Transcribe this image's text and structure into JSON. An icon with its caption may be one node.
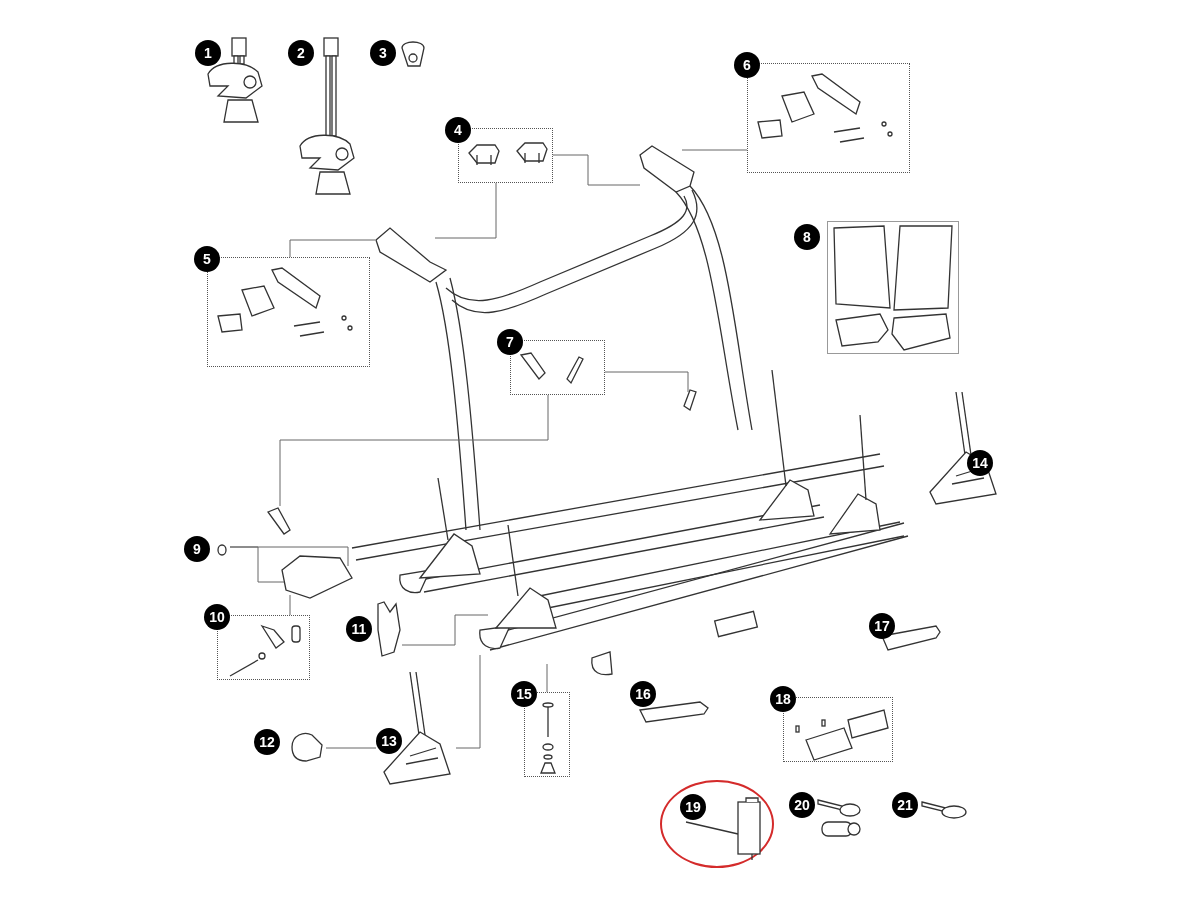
{
  "diagram": {
    "nodes": [
      {
        "text": [
          "1"
        ]
      },
      {
        "text": [
          "2"
        ]
      },
      {
        "text": [
          "3"
        ]
      },
      {
        "text": [
          "4"
        ]
      },
      {
        "text": [
          "5"
        ]
      },
      {
        "text": [
          "6"
        ]
      },
      {
        "text": [
          "7"
        ]
      },
      {
        "text": [
          "8"
        ]
      },
      {
        "text": [
          "9"
        ]
      },
      {
        "text": [
          "10"
        ]
      },
      {
        "text": [
          "11"
        ]
      },
      {
        "text": [
          "12"
        ]
      },
      {
        "text": [
          "13"
        ]
      },
      {
        "text": [
          "14"
        ]
      },
      {
        "text": [
          "15"
        ]
      },
      {
        "text": [
          "16"
        ]
      },
      {
        "text": [
          "17"
        ]
      },
      {
        "text": [
          "18"
        ]
      },
      {
        "text": [
          "19"
        ]
      },
      {
        "text": [
          "20"
        ]
      },
      {
        "text": [
          "21"
        ]
      }
    ],
    "edges": [
      {
        "from": 3,
        "to": null,
        "arrow": "none"
      },
      {
        "from": 3,
        "to": null,
        "arrow": "none"
      },
      {
        "from": 4,
        "to": null,
        "arrow": "none"
      },
      {
        "from": 5,
        "to": null,
        "arrow": "none"
      },
      {
        "from": 6,
        "to": null,
        "arrow": "none"
      },
      {
        "from": 6,
        "to": null,
        "arrow": "none"
      },
      {
        "from": 8,
        "to": null,
        "arrow": "none"
      },
      {
        "from": 8,
        "to": null,
        "arrow": "none"
      },
      {
        "from": 9,
        "to": null,
        "arrow": "none"
      },
      {
        "from": 10,
        "to": null,
        "arrow": "none"
      },
      {
        "from": 11,
        "to": 12,
        "arrow": "none"
      },
      {
        "from": 12,
        "to": null,
        "arrow": "none"
      },
      {
        "from": 14,
        "to": null,
        "arrow": "none"
      }
    ]
  }
}
